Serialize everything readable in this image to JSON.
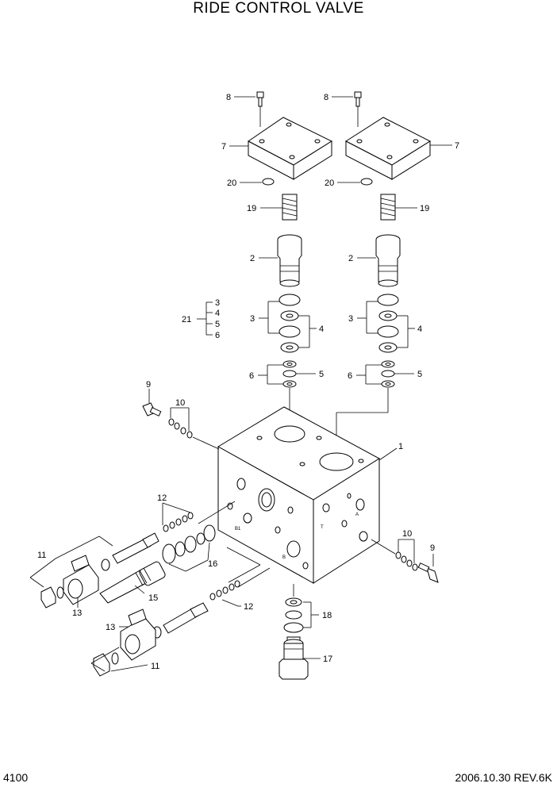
{
  "title": "RIDE CONTROL VALVE",
  "footer": {
    "page": "4100",
    "revision": "2006.10.30  REV.6K"
  },
  "callouts": {
    "c1": "1",
    "c2a": "2",
    "c2b": "2",
    "c3a": "3",
    "c3b": "3",
    "c3c": "3",
    "c4a": "4",
    "c4b": "4",
    "c4c": "4",
    "c5a": "5",
    "c5b": "5",
    "c5c": "5",
    "c6a": "6",
    "c6b": "6",
    "c6c": "6",
    "c7a": "7",
    "c7b": "7",
    "c8a": "8",
    "c8b": "8",
    "c9a": "9",
    "c9b": "9",
    "c10a": "10",
    "c10b": "10",
    "c11a": "11",
    "c11b": "11",
    "c12a": "12",
    "c12b": "12",
    "c13a": "13",
    "c13b": "13",
    "c15": "15",
    "c16": "16",
    "c17": "17",
    "c18": "18",
    "c19a": "19",
    "c19b": "19",
    "c20a": "20",
    "c20b": "20",
    "c21": "21"
  },
  "port_marks": {
    "t": "T",
    "a": "A",
    "b1": "B1",
    "b": "B"
  }
}
